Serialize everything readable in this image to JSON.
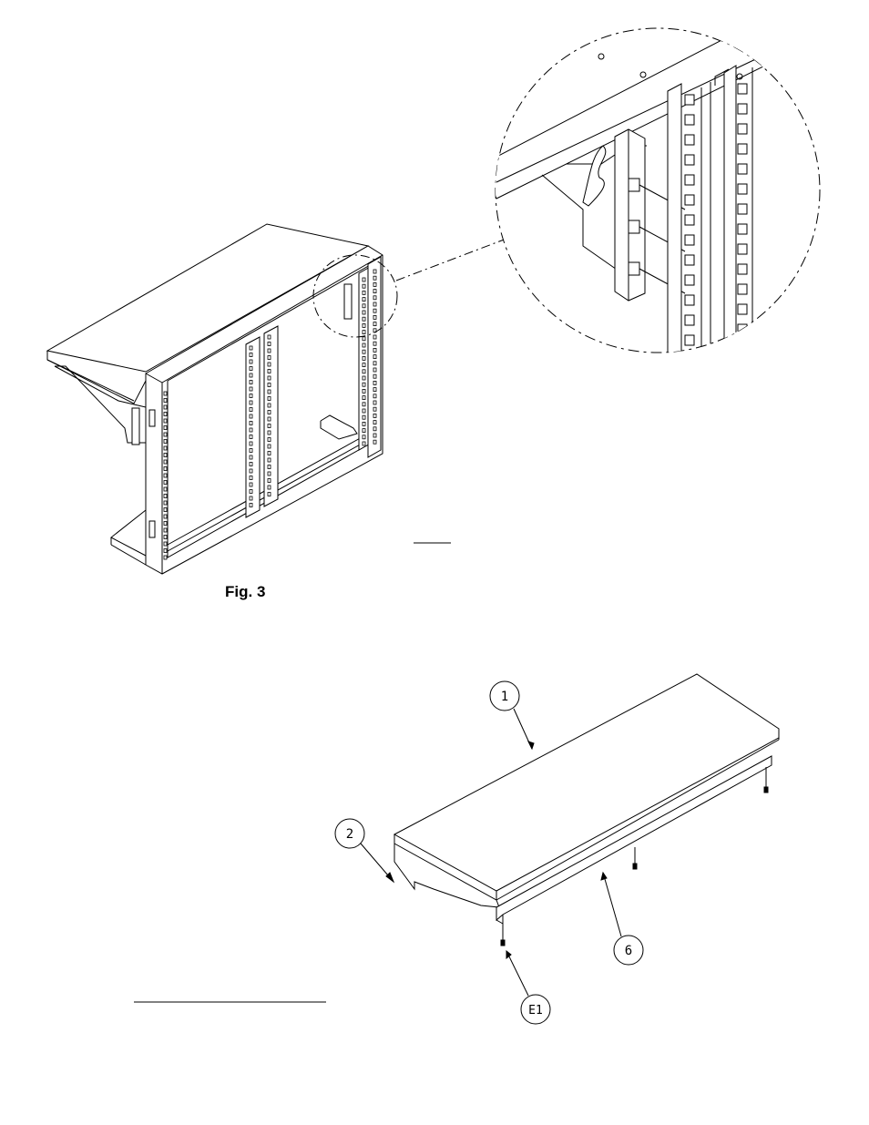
{
  "figure": {
    "caption": "Fig. 3"
  },
  "callouts": [
    {
      "label": "1"
    },
    {
      "label": "2"
    },
    {
      "label": "6"
    },
    {
      "label": "E1"
    }
  ],
  "colors": {
    "line": "#000000",
    "background": "#ffffff"
  }
}
